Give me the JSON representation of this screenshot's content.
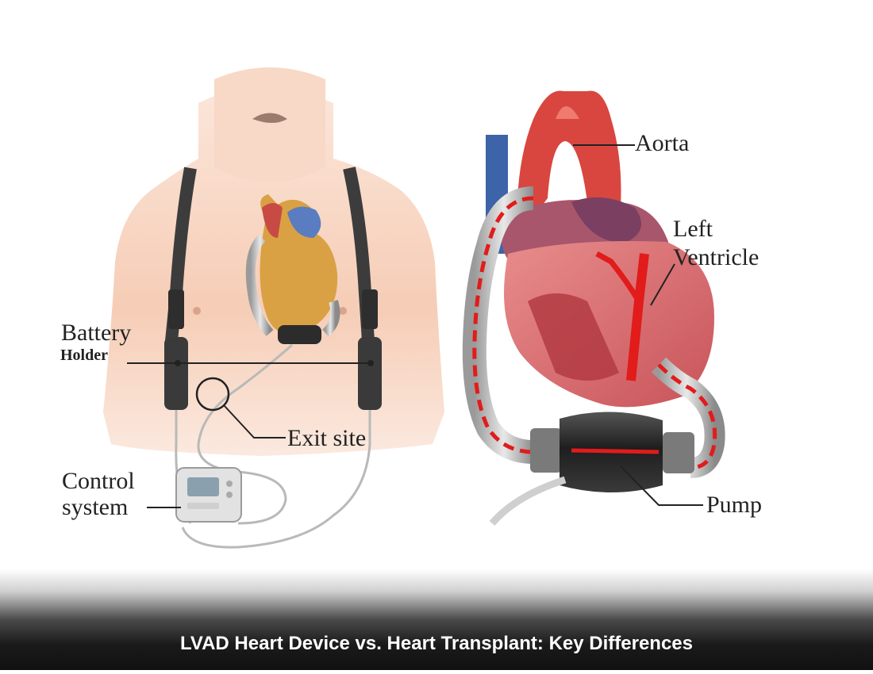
{
  "labels": {
    "aorta": "Aorta",
    "left_ventricle_line1": "Left",
    "left_ventricle_line2": "Ventricle",
    "battery": "Battery",
    "holder": "Holder",
    "exit_site": "Exit site",
    "control_line1": "Control",
    "control_line2": "system",
    "pump": "Pump"
  },
  "caption": "LVAD Heart Device vs. Heart Transplant: Key Differences",
  "colors": {
    "skin": "#f7d2bd",
    "aorta_red": "#d9463f",
    "vein_blue": "#3d63a8",
    "pump_black": "#2a2a2a",
    "flow_red": "#e21b1b"
  }
}
